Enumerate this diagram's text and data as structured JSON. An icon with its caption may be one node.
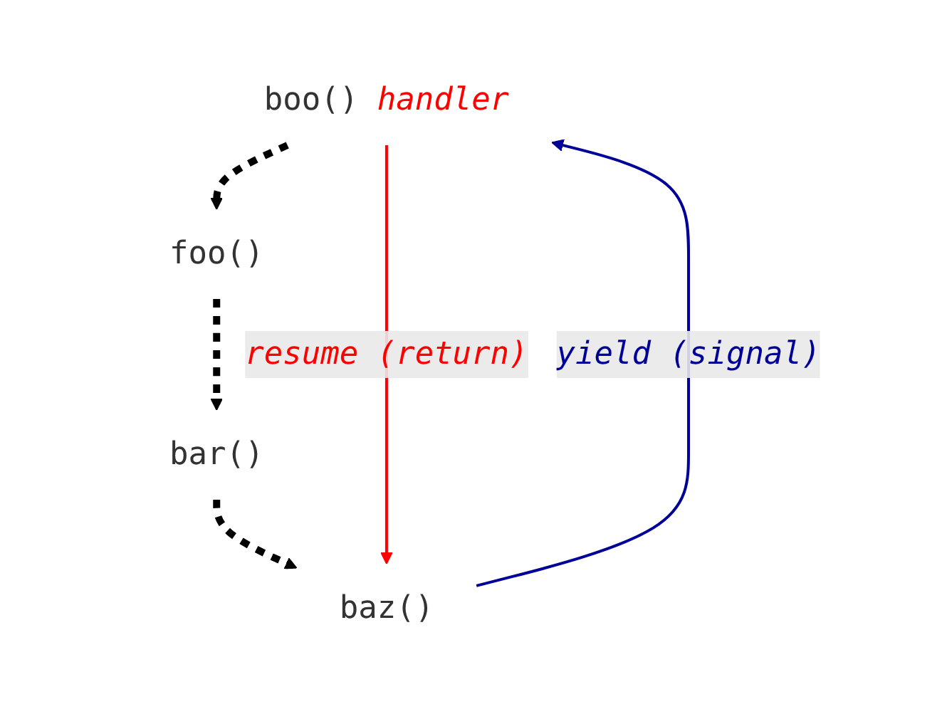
{
  "diagram": {
    "nodes": [
      {
        "text": [
          "boo()"
        ],
        "beside": [
          "handler"
        ]
      },
      {
        "text": [
          "foo()"
        ]
      },
      {
        "text": [
          "bar()"
        ]
      },
      {
        "text": [
          "baz()"
        ]
      }
    ],
    "edges": [
      {
        "from": 0,
        "to": 1,
        "arrow": "to",
        "style": "dashed"
      },
      {
        "from": 1,
        "to": 2,
        "arrow": "to",
        "style": "dashed"
      },
      {
        "from": 2,
        "to": 3,
        "arrow": "to",
        "style": "dashed"
      },
      {
        "from": 3,
        "to": 0,
        "arrow": "to",
        "label": "yield (signal)",
        "color": "#000099"
      },
      {
        "from": 0,
        "to": 3,
        "arrow": "to",
        "label": "resume (return)",
        "color": "#ff0000"
      }
    ]
  }
}
